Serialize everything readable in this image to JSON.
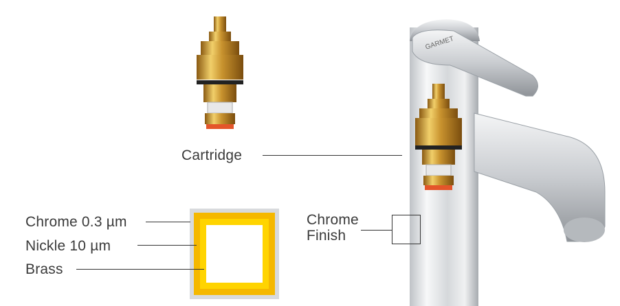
{
  "labels": {
    "cartridge": "Cartridge",
    "chrome_layer": "Chrome 0.3 µm",
    "nickle_layer": "Nickle 10 µm",
    "brass_layer": "Brass",
    "chrome_finish_line1": "Chrome",
    "chrome_finish_line2": "Finish"
  },
  "brand": "GARMET",
  "colors": {
    "chrome": "#d8dadd",
    "nickle": "#f5b800",
    "brass": "#ffd400",
    "core": "#ffffff",
    "cartridge_brass": "#d9a93f",
    "tip_red": "#e4552a"
  }
}
